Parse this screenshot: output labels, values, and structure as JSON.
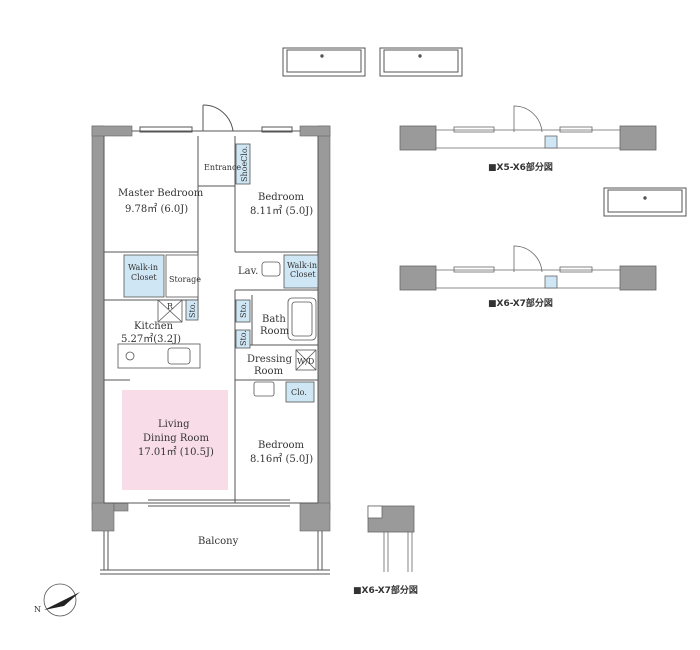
{
  "rooms": {
    "master_bedroom": {
      "name": "Master Bedroom",
      "area": "9.78㎡ (6.0J)"
    },
    "bedroom1": {
      "name": "Bedroom",
      "area": "8.11㎡ (5.0J)"
    },
    "bedroom2": {
      "name": "Bedroom",
      "area": "8.16㎡ (5.0J)"
    },
    "kitchen": {
      "name": "Kitchen",
      "area": "5.27㎡(3.2J)"
    },
    "living": {
      "line1": "Living",
      "line2": "Dining Room",
      "area": "17.01㎡ (10.5J)"
    },
    "bath": {
      "line1": "Bath",
      "line2": "Room"
    },
    "dressing": {
      "line1": "Dressing",
      "line2": "Room"
    },
    "balcony": "Balcony"
  },
  "labels": {
    "entrance": "Entrance",
    "shoe_clo": "ShoeClo.",
    "walkin_left_1": "Walk-in",
    "walkin_left_2": "Closet",
    "walkin_right_1": "Walk-in",
    "walkin_right_2": "Closet",
    "storage": "Storage",
    "lav": "Lav.",
    "sto_a": "Sto.",
    "sto_b": "Sto.",
    "sto_c": "Sto.",
    "refrigerator": "R",
    "washer": "W/D",
    "clo": "Clo."
  },
  "notes": {
    "x5_x6": "■X5-X6部分図",
    "x6_x7_top": "■X6-X7部分図",
    "x6_x7_bottom": "■X6-X7部分図"
  },
  "compass": {
    "north": "N"
  },
  "colors": {
    "wall": "#9a9a9a",
    "line": "#555555",
    "closet": "#cfe6f4",
    "living": "#f8dde8"
  }
}
